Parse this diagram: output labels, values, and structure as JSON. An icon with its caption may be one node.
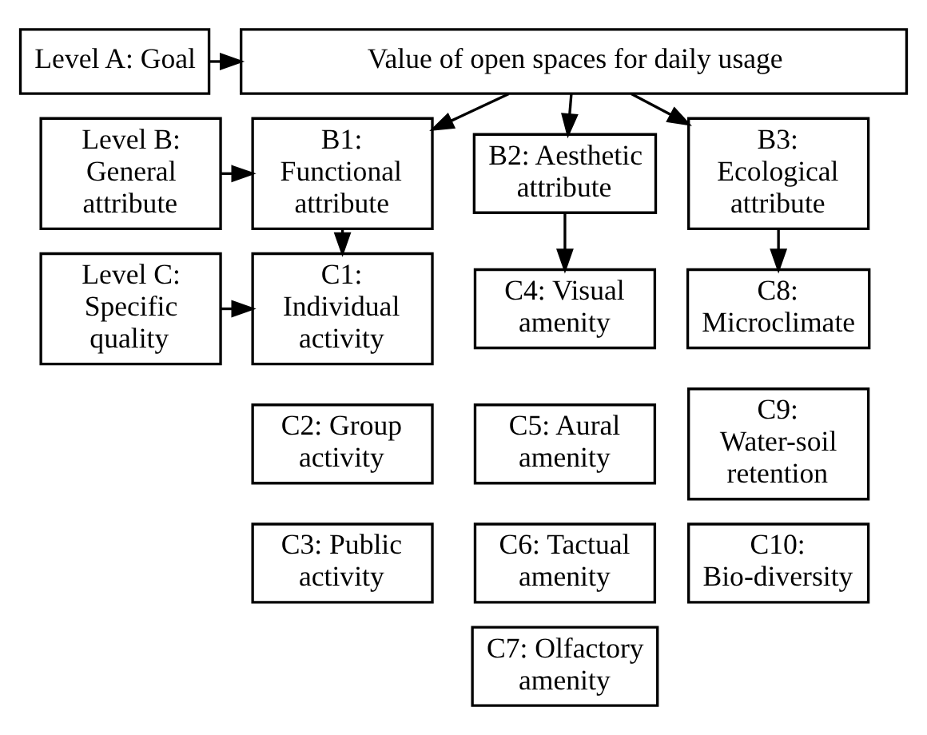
{
  "diagram": {
    "nodes": [
      {
        "text": [
          "Level A: Goal"
        ]
      },
      {
        "text": [
          "Value of open spaces for daily usage"
        ]
      },
      {
        "text": [
          "Level B: General attribute"
        ]
      },
      {
        "text": [
          "B1: Functional attribute"
        ]
      },
      {
        "text": [
          "B2: Aesthetic attribute"
        ]
      },
      {
        "text": [
          "B3: Ecological attribute"
        ]
      },
      {
        "text": [
          "Level C: Specific quality"
        ]
      },
      {
        "text": [
          "C1: Individual activity"
        ]
      },
      {
        "text": [
          "C2: Group activity"
        ]
      },
      {
        "text": [
          "C3: Public activity"
        ]
      },
      {
        "text": [
          "C4: Visual amenity"
        ]
      },
      {
        "text": [
          "C5: Aural amenity"
        ]
      },
      {
        "text": [
          "C6: Tactual amenity"
        ]
      },
      {
        "text": [
          "C7: Olfactory amenity"
        ]
      },
      {
        "text": [
          "C8: Microclimate"
        ]
      },
      {
        "text": [
          "C9: Water-soil retention"
        ]
      },
      {
        "text": [
          "C10: Bio-diversity"
        ]
      }
    ],
    "edges": [
      {
        "from": 0,
        "to": 1,
        "arrow": "to"
      },
      {
        "from": 1,
        "to": 3,
        "arrow": "to"
      },
      {
        "from": 1,
        "to": 4,
        "arrow": "to"
      },
      {
        "from": 1,
        "to": 5,
        "arrow": "to"
      },
      {
        "from": 2,
        "to": 3,
        "arrow": "to"
      },
      {
        "from": 3,
        "to": 7,
        "arrow": "to"
      },
      {
        "from": 4,
        "to": 10,
        "arrow": "to"
      },
      {
        "from": 5,
        "to": 14,
        "arrow": "to"
      },
      {
        "from": 6,
        "to": 7,
        "arrow": "to"
      }
    ]
  }
}
